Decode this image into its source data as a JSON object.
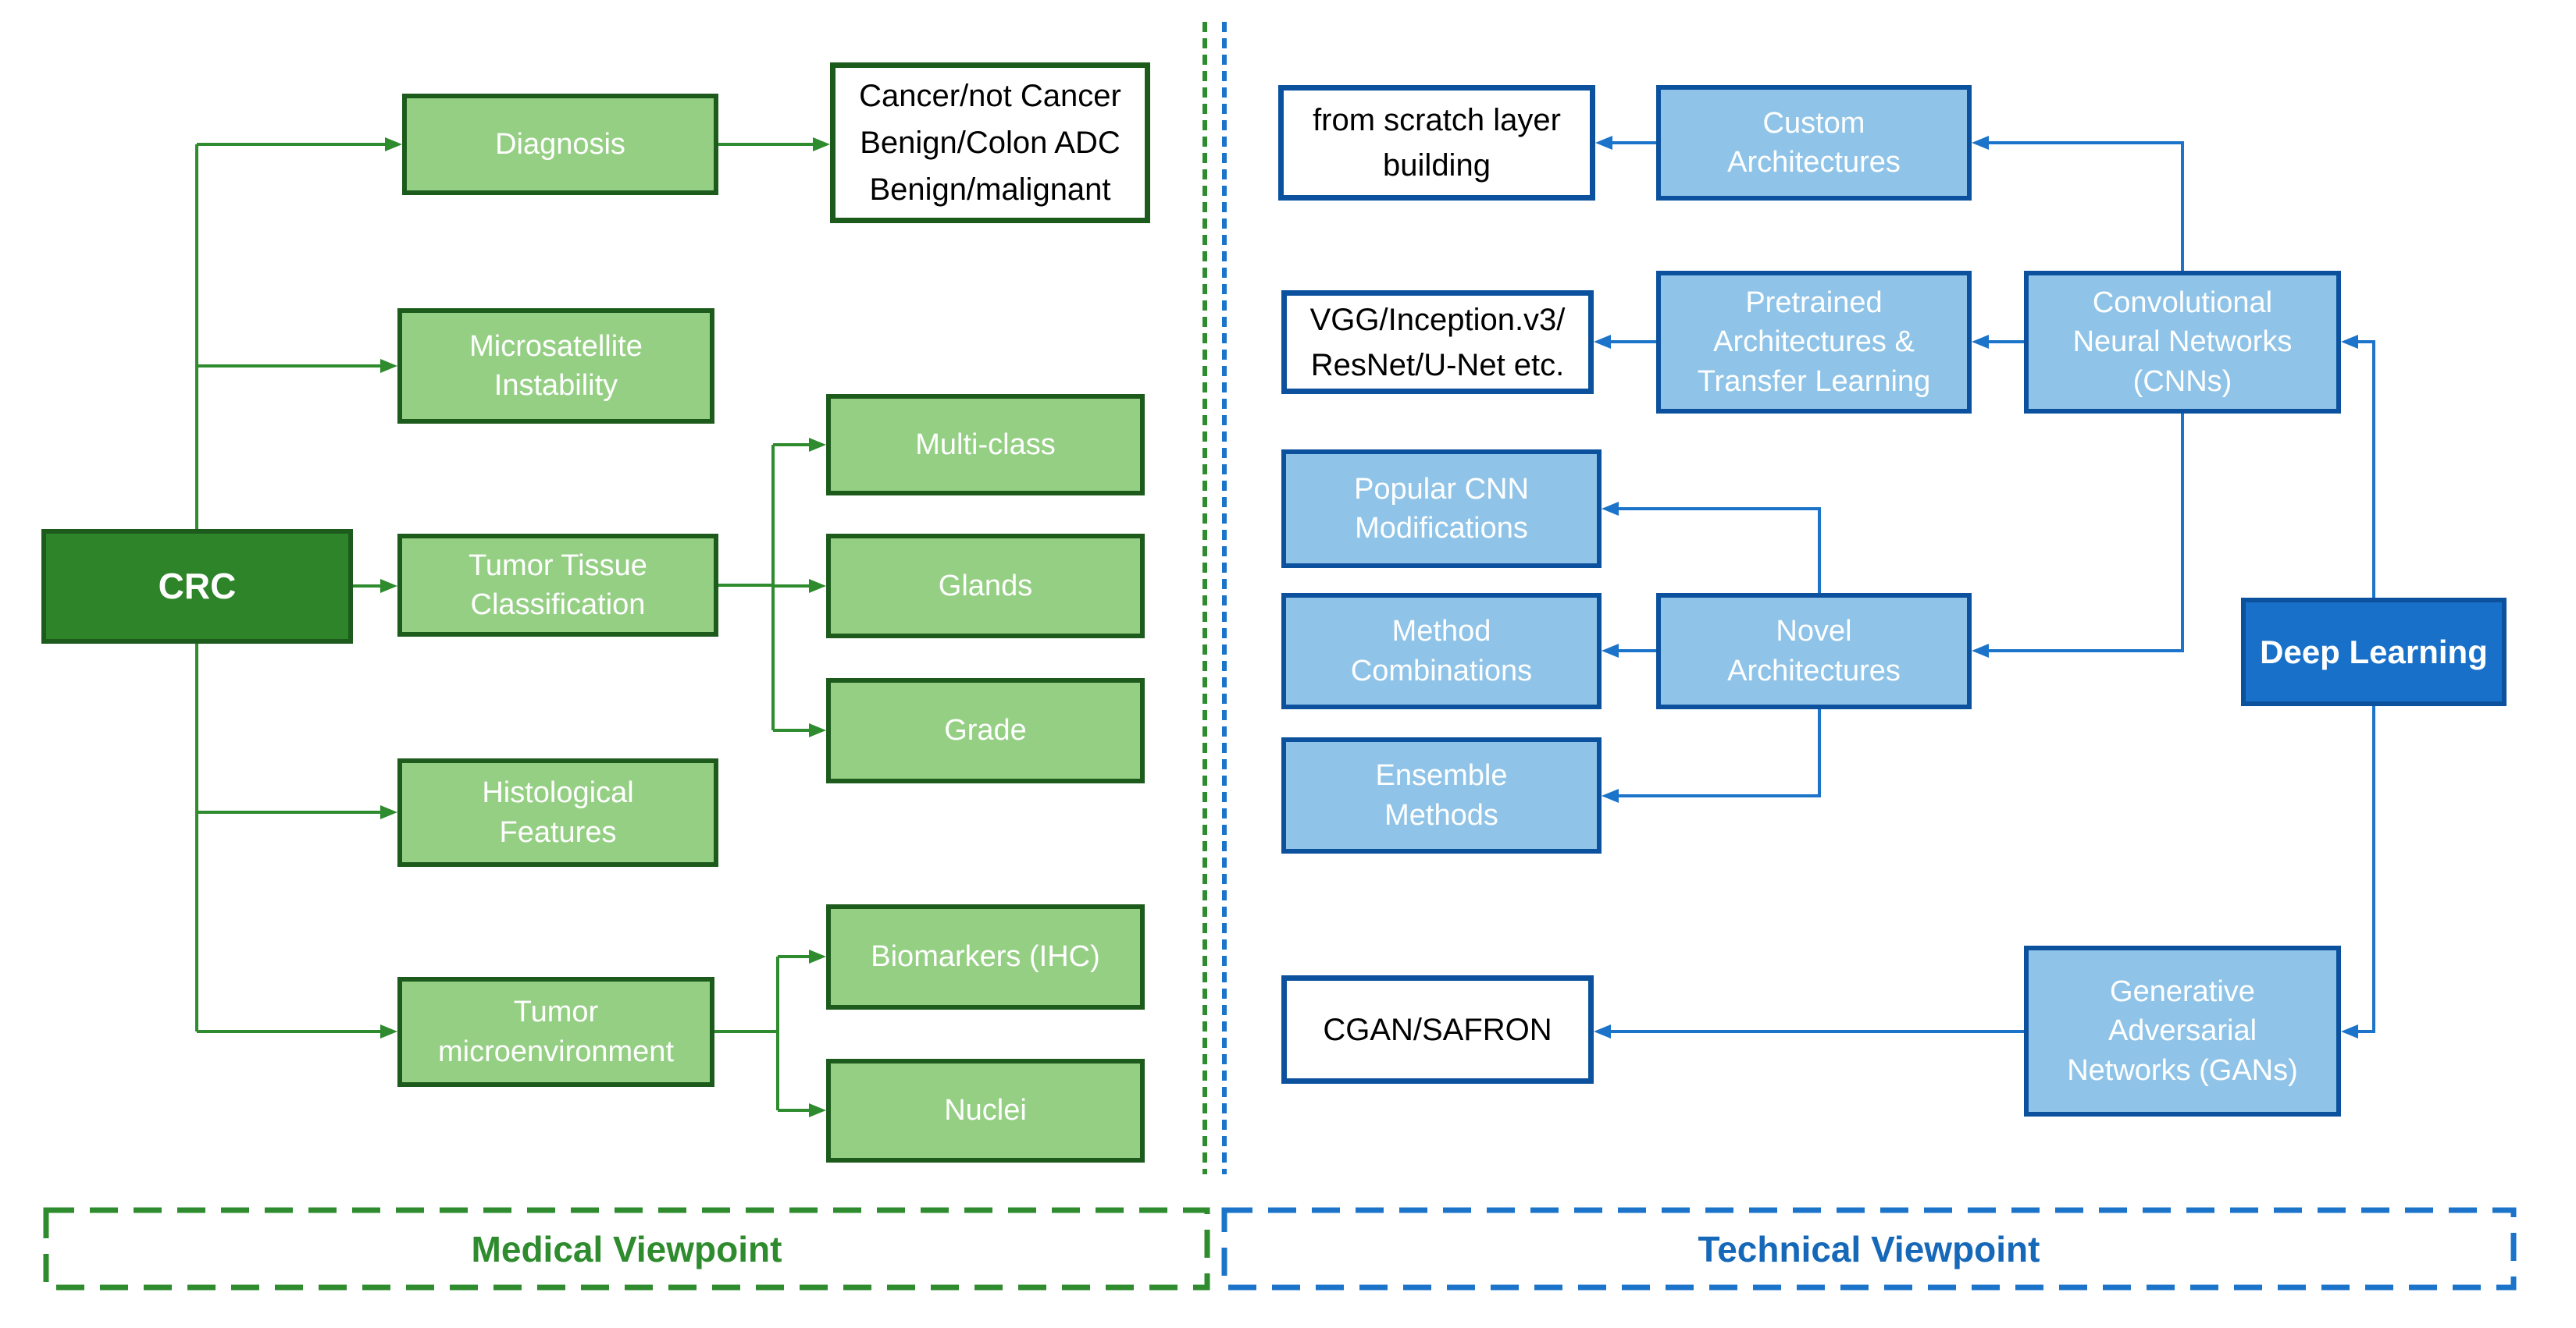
{
  "colors": {
    "green_light": "#95CF84",
    "green_dark": "#2E8428",
    "green_border": "#1D5B1D",
    "green_line": "#2E8B2E",
    "green_text": "#2E8B2E",
    "blue_light": "#8FC4E8",
    "blue_dark": "#1870C8",
    "blue_border": "#0B519E",
    "blue_line": "#1B74C9",
    "blue_text": "#1668B8",
    "box_text_light": "#FFFFFF",
    "box_text_dark": "#000000",
    "background": "#FFFFFF"
  },
  "medical": {
    "label": "Medical Viewpoint",
    "crc": "CRC",
    "diagnosis": "Diagnosis",
    "diagnosis_outcomes": "Cancer/not Cancer\nBenign/Colon ADC\nBenign/malignant",
    "msi": "Microsatellite\nInstability",
    "ttc": "Tumor Tissue\nClassification",
    "multiclass": "Multi-class",
    "glands": "Glands",
    "grade": "Grade",
    "histological": "Histological\nFeatures",
    "tme": "Tumor\nmicroenvironment",
    "biomarkers": "Biomarkers (IHC)",
    "nuclei": "Nuclei"
  },
  "technical": {
    "label": "Technical Viewpoint",
    "deep_learning": "Deep Learning",
    "cnn": "Convolutional\nNeural Networks\n(CNNs)",
    "custom_arch": "Custom\nArchitectures",
    "from_scratch": "from scratch layer\nbuilding",
    "pretrained": "Pretrained\nArchitectures &\nTransfer Learning",
    "vgg": "VGG/Inception.v3/\nResNet/U-Net etc.",
    "popular_mods": "Popular CNN\nModifications",
    "method_comb": "Method\nCombinations",
    "novel_arch": "Novel\nArchitectures",
    "ensemble": "Ensemble\nMethods",
    "gans": "Generative\nAdversarial\nNetworks (GANs)",
    "cgan": "CGAN/SAFRON"
  }
}
